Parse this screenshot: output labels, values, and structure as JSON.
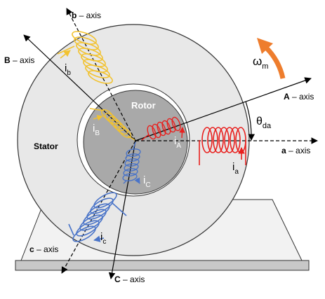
{
  "labels": {
    "stator": "Stator",
    "rotor": "Rotor",
    "omega": {
      "main": "ω",
      "sub": "m"
    },
    "theta": {
      "main": "θ",
      "sub": "da"
    }
  },
  "axes": {
    "a": {
      "letter": "a",
      "suffix": " – axis"
    },
    "b": {
      "letter": "b",
      "suffix": " – axis"
    },
    "c": {
      "letter": "c",
      "suffix": " – axis"
    },
    "A": {
      "letter": "A",
      "suffix": " – axis"
    },
    "B": {
      "letter": "B",
      "suffix": " – axis"
    },
    "C": {
      "letter": "C",
      "suffix": " – axis"
    }
  },
  "currents": {
    "ia": {
      "main": "i",
      "sub": "a"
    },
    "ib": {
      "main": "i",
      "sub": "b"
    },
    "ic": {
      "main": "i",
      "sub": "c"
    },
    "iA": {
      "main": "i",
      "sub": "A"
    },
    "iB": {
      "main": "i",
      "sub": "B"
    },
    "iC": {
      "main": "i",
      "sub": "C"
    }
  },
  "colors": {
    "phase_a": "#e8201e",
    "phase_b": "#f2c22e",
    "phase_c": "#4a74c8",
    "rotation_arrow": "#ee7d2d",
    "stator_fill": "#e8e8e8",
    "rotor_fill": "#a9a9a9"
  }
}
